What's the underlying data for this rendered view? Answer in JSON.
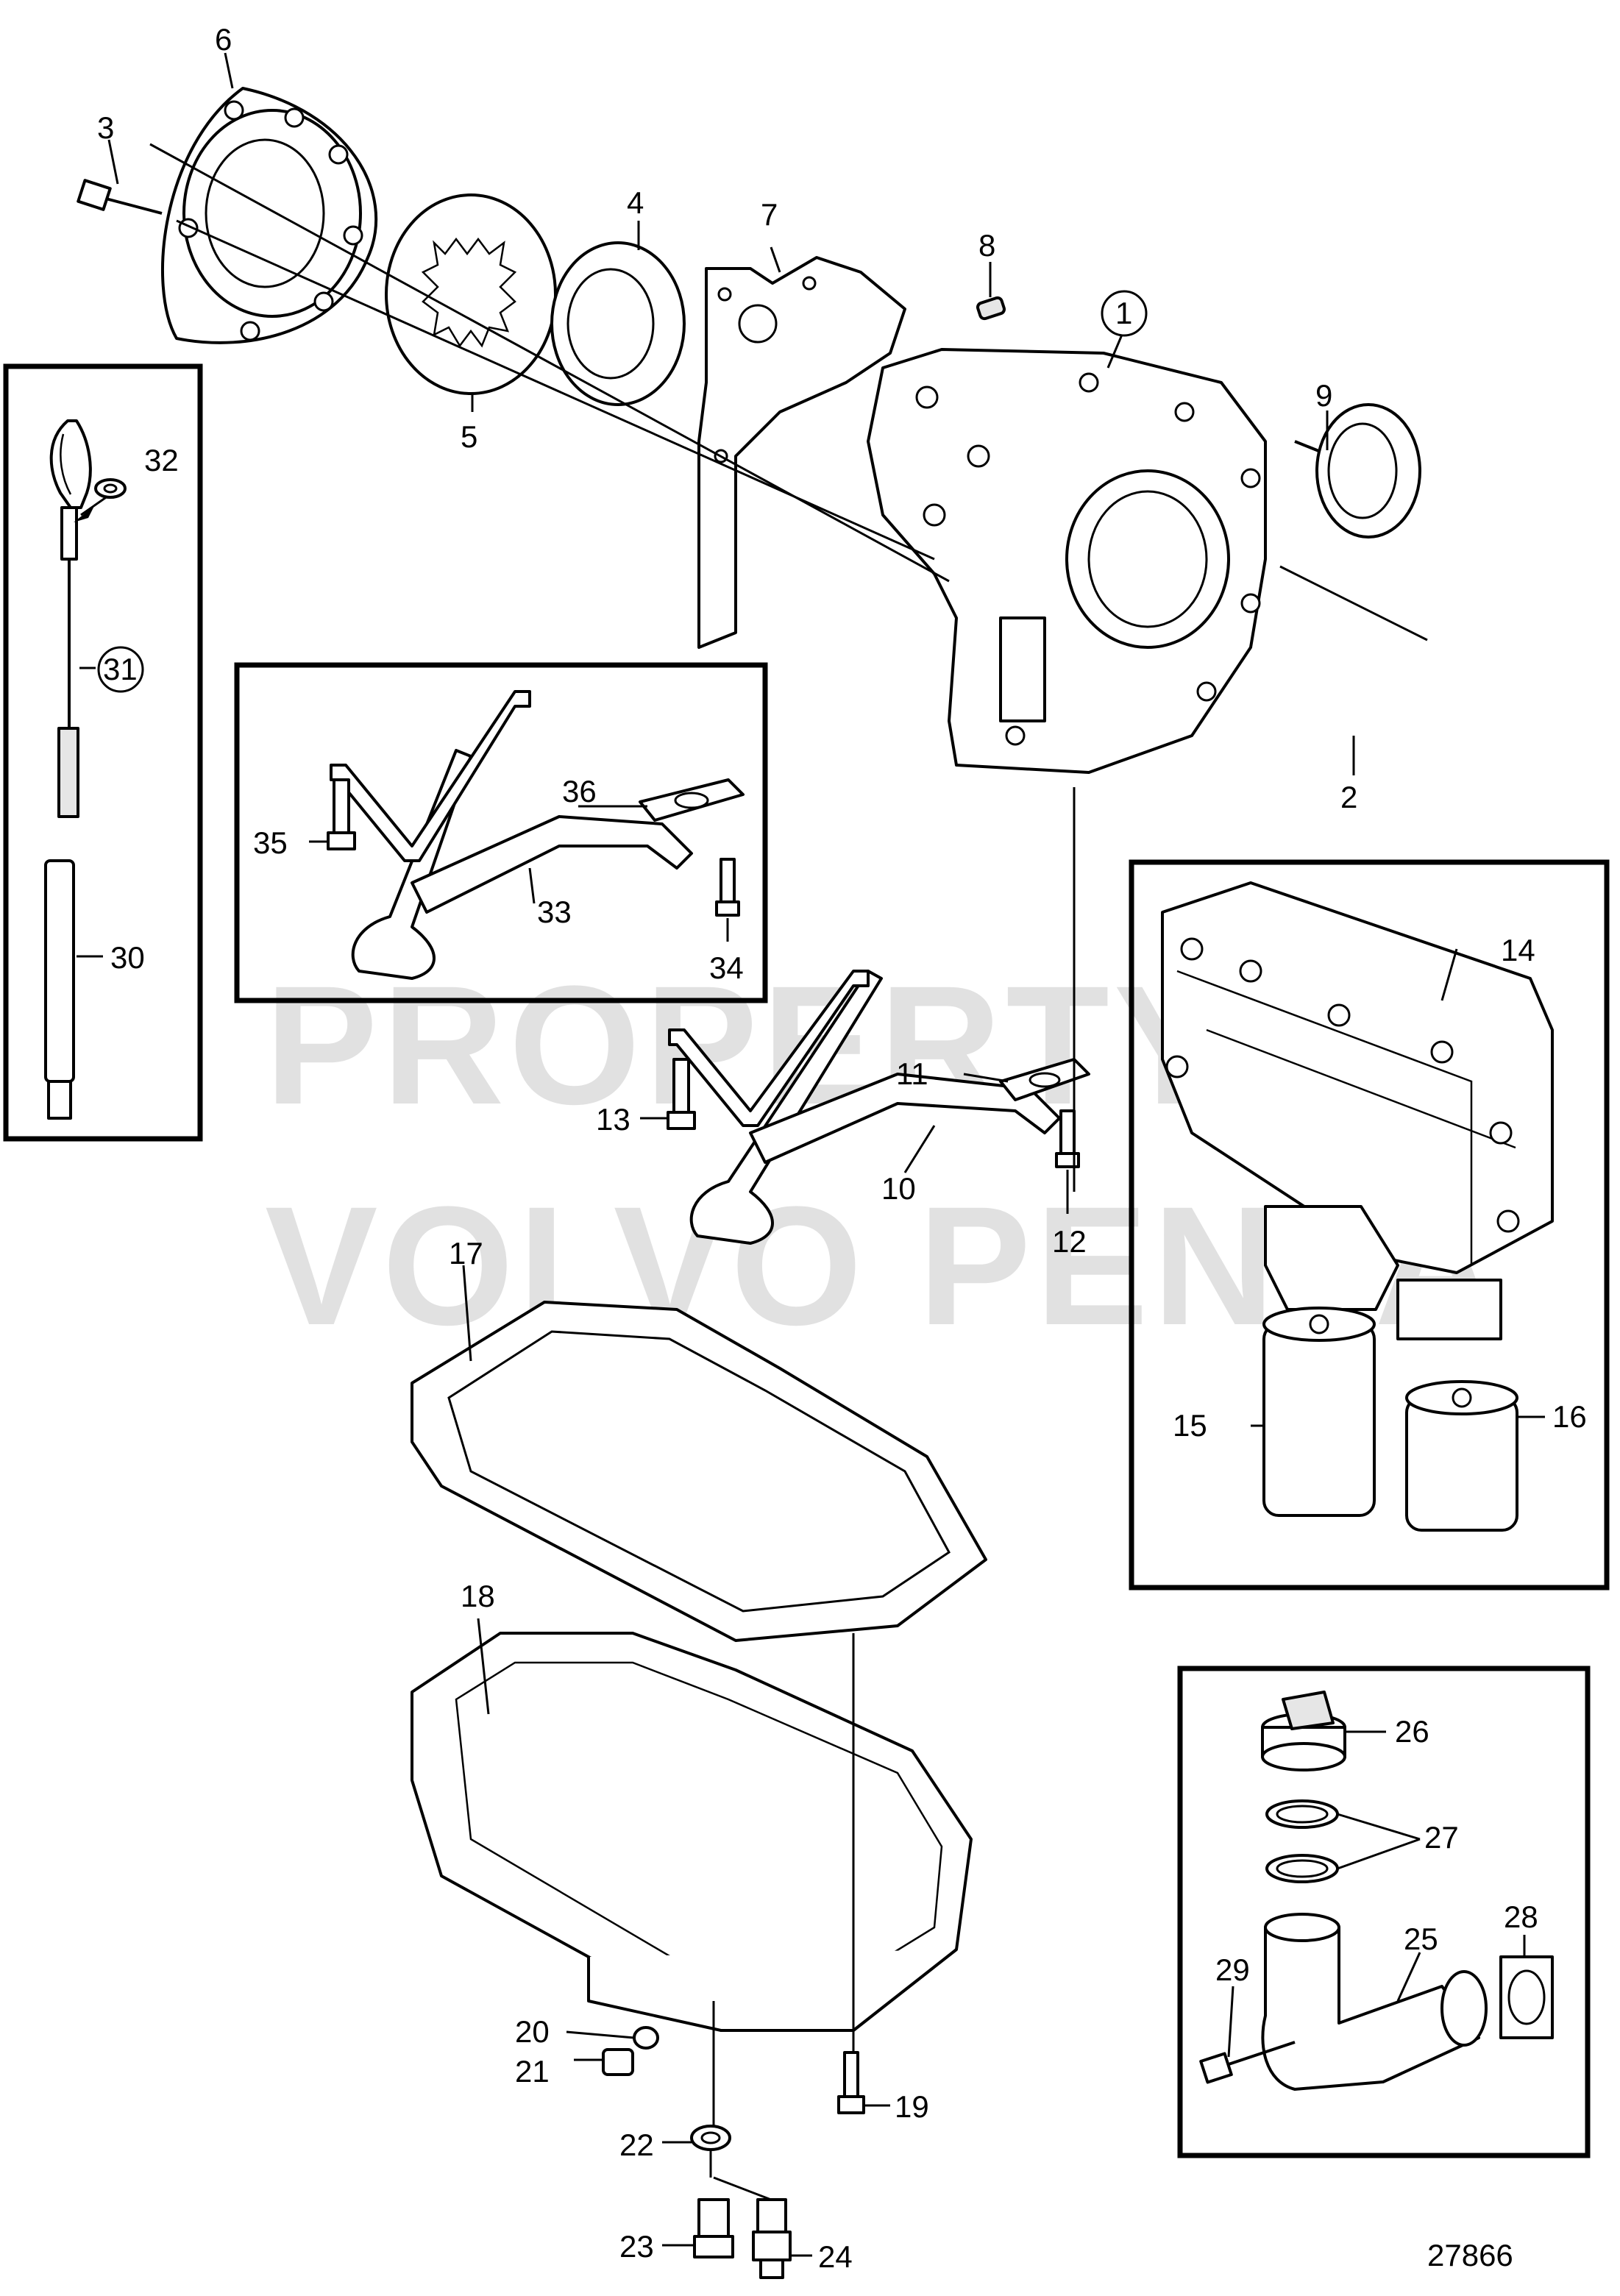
{
  "watermark": {
    "line1": "PROPERTY OF",
    "line2": "VOLVO PENTA"
  },
  "drawing_number": "27866",
  "callouts": {
    "c1": "1",
    "c2": "2",
    "c3": "3",
    "c4": "4",
    "c5": "5",
    "c6": "6",
    "c7": "7",
    "c8": "8",
    "c9": "9",
    "c10": "10",
    "c11": "11",
    "c12": "12",
    "c13": "13",
    "c14": "14",
    "c15": "15",
    "c16": "16",
    "c17": "17",
    "c18": "18",
    "c19": "19",
    "c20": "20",
    "c21": "21",
    "c22": "22",
    "c23": "23",
    "c24": "24",
    "c25": "25",
    "c26": "26",
    "c27": "27",
    "c28": "28",
    "c29": "29",
    "c30": "30",
    "c31": "31",
    "c32": "32",
    "c33": "33",
    "c34": "34",
    "c35": "35",
    "c36": "36"
  }
}
